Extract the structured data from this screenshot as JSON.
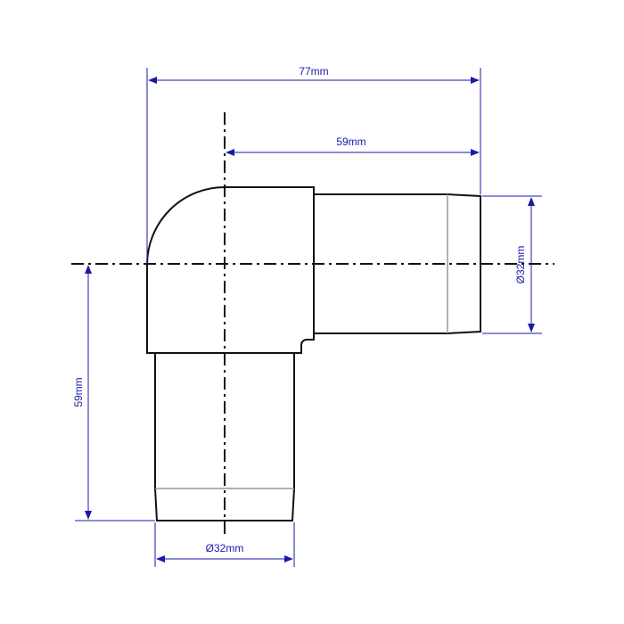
{
  "drawing": {
    "dimensions": {
      "overall_width": "77mm",
      "center_to_end_horizontal": "59mm",
      "horizontal_outlet_diameter": "Ø32mm",
      "center_to_end_vertical": "59mm",
      "vertical_outlet_diameter": "Ø32mm"
    },
    "colors": {
      "outline": "#111111",
      "dimension": "#1a1aa8"
    }
  }
}
